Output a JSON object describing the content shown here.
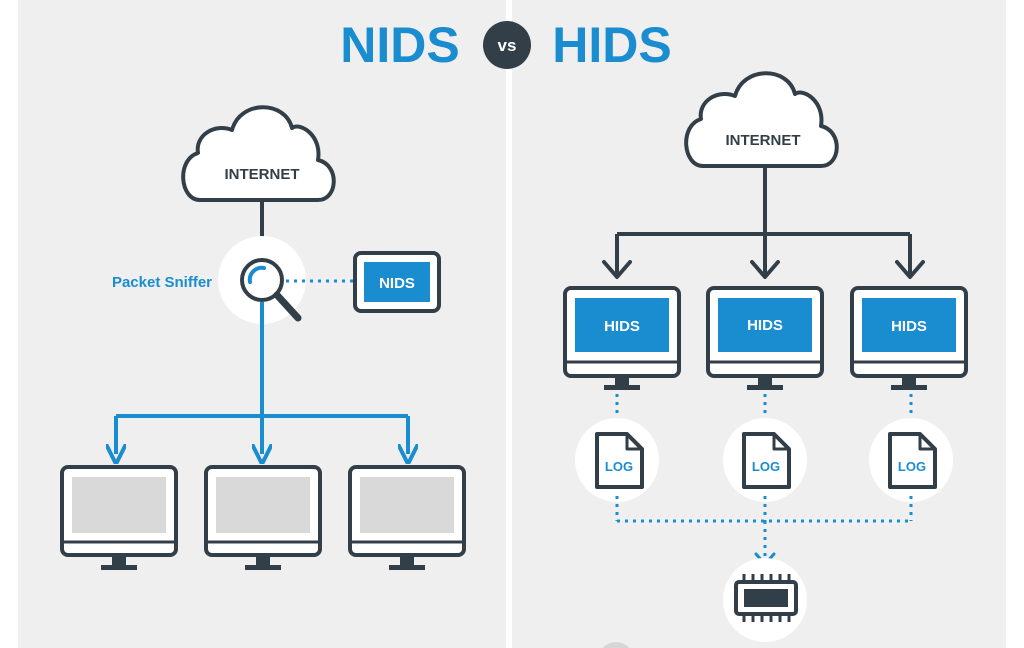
{
  "title": {
    "left": "NIDS",
    "vs": "vs",
    "right": "HIDS"
  },
  "nids_side": {
    "cloud_label": "INTERNET",
    "sniffer_label": "Packet Sniffer",
    "sensor_label": "NIDS",
    "hosts": 3
  },
  "hids_side": {
    "cloud_label": "INTERNET",
    "host_labels": [
      "HIDS",
      "HIDS",
      "HIDS"
    ],
    "log_labels": [
      "LOG",
      "LOG",
      "LOG"
    ]
  },
  "colors": {
    "blue": "#1a8cd0",
    "dark": "#333f48",
    "panel": "#efefef",
    "screen_grey": "#d9d9d9",
    "halo": "#ffffff"
  }
}
